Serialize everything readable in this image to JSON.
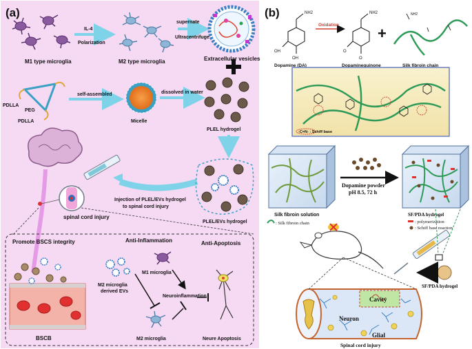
{
  "panel_a": {
    "label": "(a)",
    "m1_label": "M1 type microglia",
    "m2_label": "M2 type microglia",
    "ev_label": "Extracellular vesicles",
    "arrow1_top": "IL-4",
    "arrow1_bottom": "Polarization",
    "arrow2_top": "supernate",
    "arrow2_bottom": "Ultracentrifuge",
    "pdlla_top": "PDLLA",
    "peg": "PEG",
    "pdlla_bottom": "PDLLA",
    "self_assembled": "self-assembled",
    "micelle": "Micelle",
    "dissolved": "dissolved in water",
    "plel_hydrogel": "PLEL hydrogel",
    "injection_line1": "Injection of PLEL/EVs hydrogel",
    "injection_line2": "to spinal cord injury",
    "plel_evs": "PLEL/EVs hydrogel",
    "spinal_injury": "spinal cord injury",
    "promote": "Promote BSCS integrity",
    "anti_inflammation": "Anti-Inflammation",
    "anti_apoptosis": "Anti-Apoptosis",
    "m1_microglia": "M1 microglia",
    "m2_evs_line1": "M2 microglia",
    "m2_evs_line2": "derived EVs",
    "neuroinflammation": "Neuroinflammation",
    "m2_microglia": "M2 microglia",
    "bscb": "BSCB",
    "neure": "Neure Apoptosis"
  },
  "panel_b": {
    "label": "(b)",
    "nh2_1": "NH2",
    "nh2_2": "NH2",
    "nh2_3": "NH2",
    "oxidation": "Oxidation",
    "oh1": "OH",
    "oh2": "OH",
    "o1": "O",
    "o2": "O",
    "plus": "+",
    "dopamine": "Dopamine (DA)",
    "dopaminequinone": "Dopaminequinone",
    "silk_chain": "Silk fibroin chain",
    "schiff_box": "-C=N- : Schiff base",
    "silk_solution": "Silk fibroin solution",
    "dopamine_powder": "Dopamine powder",
    "ph": "pH 8.5, 72 h",
    "sf_pda": "SF/PDA hydrogel",
    "polymerization": ": polymerization",
    "schiff_reaction": ": Schiff base reaction",
    "silk_chain_legend": ": Silk fibroin chain",
    "sf_pda_2": "SF/PDA hydrogel",
    "cavity": "Cavity",
    "neuron": "Neuron",
    "glial": "Glial",
    "spinal_injury": "Spinal cord injury"
  },
  "colors": {
    "panel_a_bg": "#f6d9f3",
    "arrow": "#7fd3e8",
    "microglia_m1": "#8a5a9e",
    "microglia_m2": "#8db6d6",
    "hydrogel_box": "#f7eec4",
    "silk_green": "#2e9a57",
    "spinal_body": "#dbe7f7"
  }
}
